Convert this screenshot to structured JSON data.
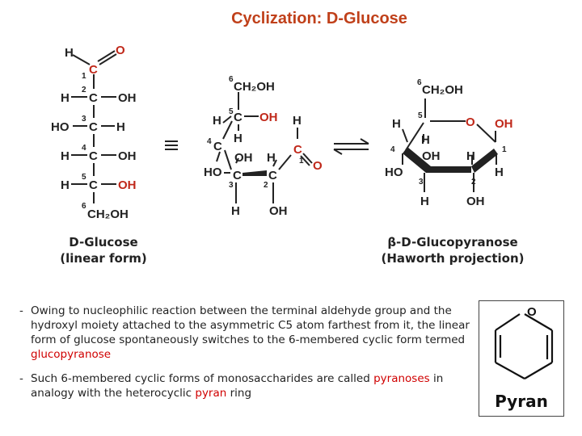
{
  "title": "Cyclization: D-Glucose",
  "linear": {
    "name": "D-Glucose",
    "form": "(linear form)",
    "atoms": {
      "H": "H",
      "O": "O",
      "C": "C",
      "OH": "OH",
      "HO": "HO",
      "CH2OH": "CH₂OH",
      "n1": "1",
      "n2": "2",
      "n3": "3",
      "n4": "4",
      "n5": "5",
      "n6": "6"
    }
  },
  "haworth": {
    "name": "β-D-Glucopyranose",
    "form": "(Haworth projection)"
  },
  "bullets": [
    {
      "before": "Owing to nucleophilic reaction between the terminal aldehyde group and the hydroxyl moiety attached to the asymmetric C5 atom farthest from it, the linear form of glucose spontaneously switches to the 6-membered cyclic form termed ",
      "highlight": "glucopyranose",
      "after": ""
    },
    {
      "before": "Such 6-membered cyclic forms of monosaccharides are called ",
      "highlight": "pyranoses",
      "middle": " in analogy with the heterocyclic ",
      "highlight2": "pyran",
      "after": " ring"
    }
  ],
  "pyran": {
    "label": "Pyran",
    "atom": "O"
  },
  "colors": {
    "title": "#c0401a",
    "atom_red": "#c0281a",
    "number": "#222222",
    "highlight": "#d00000"
  }
}
